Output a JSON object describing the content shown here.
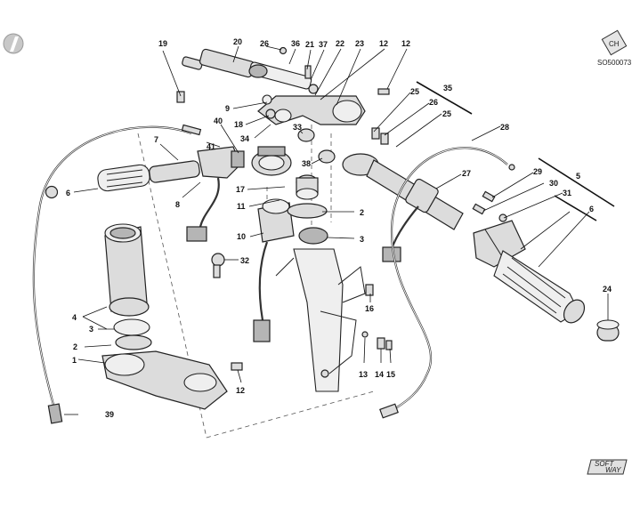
{
  "drawing": {
    "code": "SO500073",
    "brand_top": "CH",
    "brand_bottom_1": "SOFT",
    "brand_bottom_2": "WAY"
  },
  "callouts": [
    "19",
    "20",
    "26",
    "36",
    "21",
    "37",
    "22",
    "23",
    "12",
    "12",
    "9",
    "18",
    "34",
    "40",
    "41",
    "7",
    "25",
    "35",
    "26",
    "25",
    "28",
    "33",
    "38",
    "17",
    "11",
    "2",
    "10",
    "3",
    "32",
    "6",
    "8",
    "4",
    "3",
    "2",
    "1",
    "12",
    "39",
    "16",
    "13",
    "14",
    "15",
    "27",
    "29",
    "30",
    "31",
    "5",
    "6",
    "24"
  ],
  "colors": {
    "ink": "#222222",
    "fill": "#dcdcdc",
    "fill_dark": "#b5b5b5"
  }
}
